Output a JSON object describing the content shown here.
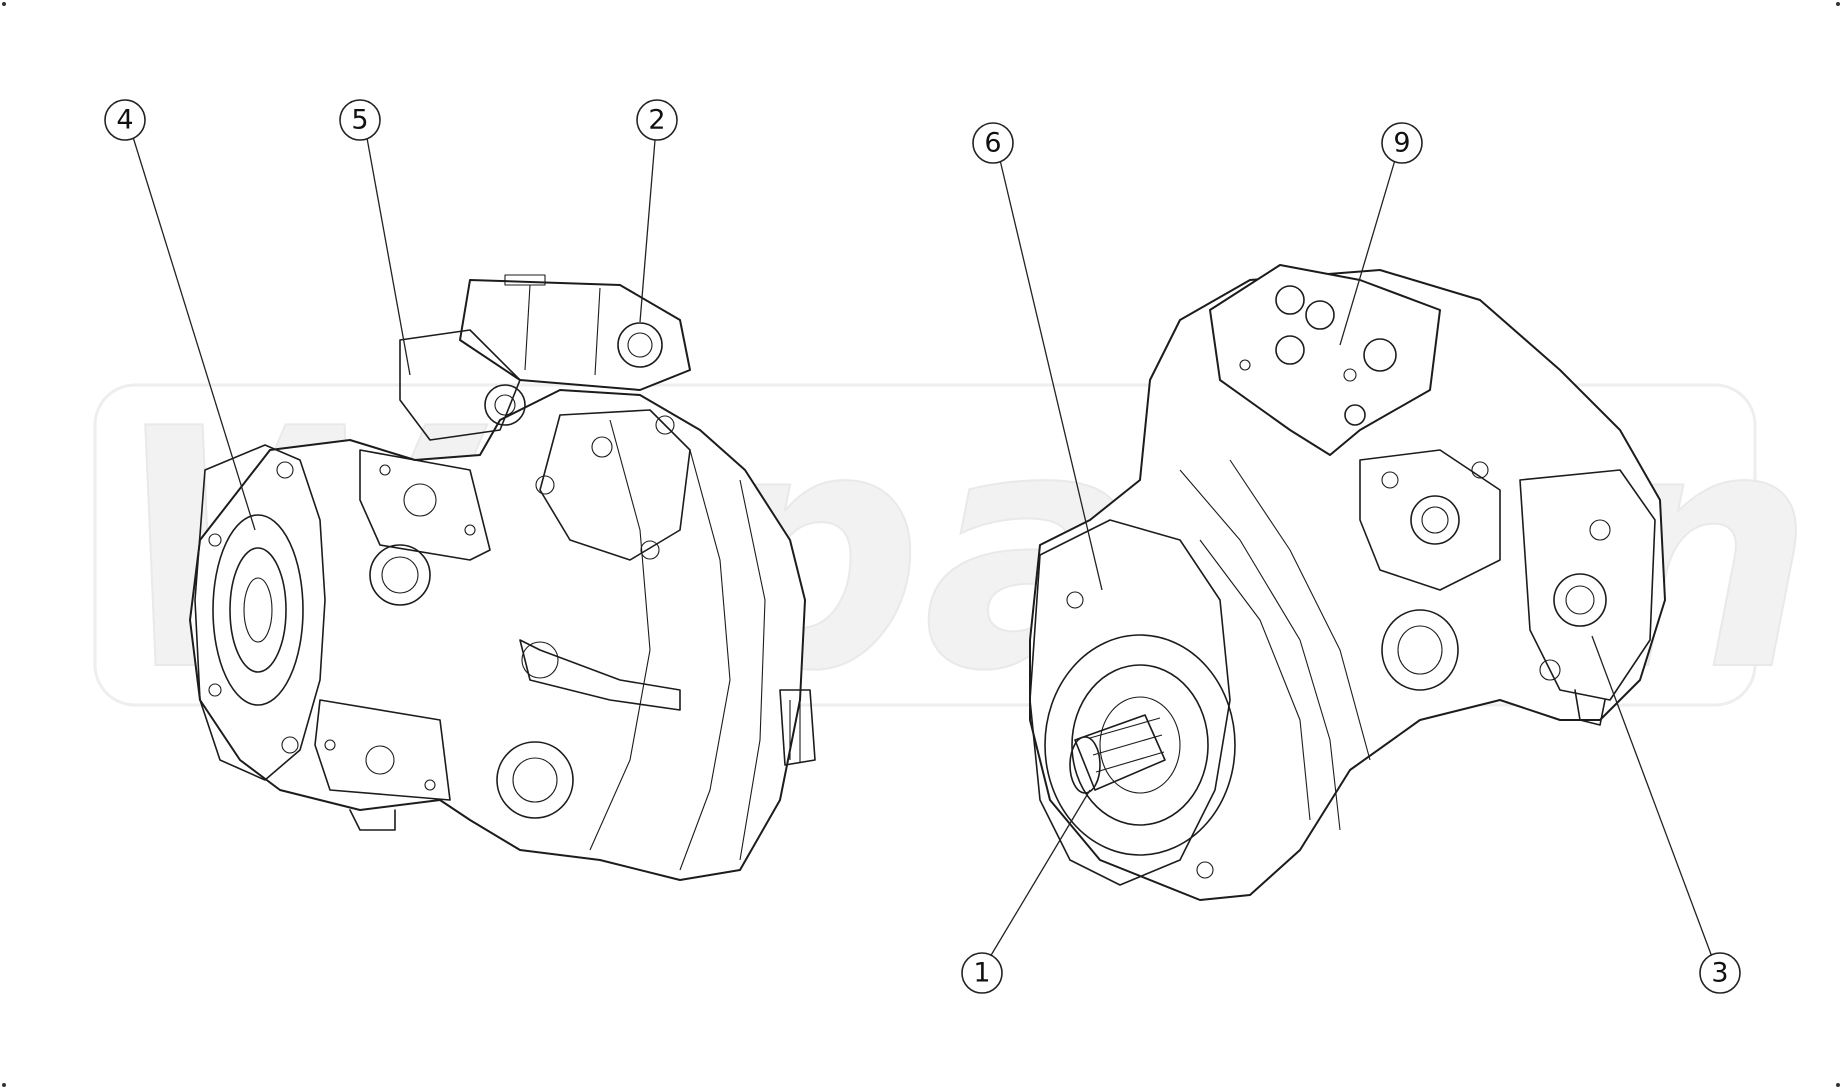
{
  "drawing": {
    "watermark_text": "Wxpakon",
    "left_view": {
      "callouts": [
        {
          "id": "callout-4",
          "label": "4"
        },
        {
          "id": "callout-5",
          "label": "5"
        },
        {
          "id": "callout-2",
          "label": "2"
        }
      ]
    },
    "right_view": {
      "callouts": [
        {
          "id": "callout-6",
          "label": "6"
        },
        {
          "id": "callout-9",
          "label": "9"
        },
        {
          "id": "callout-1",
          "label": "1"
        },
        {
          "id": "callout-3",
          "label": "3"
        }
      ]
    },
    "colors": {
      "line": "#1c1c1c",
      "background": "#ffffff",
      "watermark": "#f2f2f2"
    }
  }
}
